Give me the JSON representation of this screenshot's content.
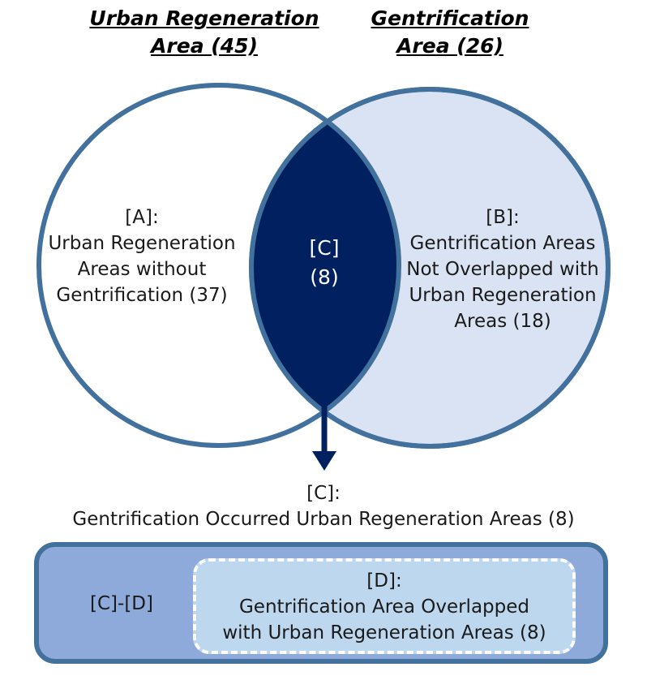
{
  "titles": {
    "urban_regeneration": [
      "Urban Regeneration",
      "Area (45)"
    ],
    "gentrification": [
      "Gentrification",
      "Area (26)"
    ]
  },
  "regions": {
    "a": [
      "[A]:",
      "Urban Regeneration",
      "Areas without",
      "Gentrification (37)"
    ],
    "c": [
      "[C]",
      "(8)"
    ],
    "b": [
      "[B]:",
      "Gentrification Areas",
      "Not Overlapped with",
      "Urban Regeneration",
      "Areas (18)"
    ]
  },
  "c_description": [
    "[C]:",
    "Gentrification Occurred Urban Regeneration Areas (8)"
  ],
  "box": {
    "left_label": "[C]-[D]",
    "inner": [
      "[D]:",
      "Gentrification Area Overlapped",
      "with Urban Regeneration Areas (8)"
    ]
  },
  "colors": {
    "circle_stroke": "#41719c",
    "gentrification_fill": "#dae3f3",
    "intersection_fill": "#002060",
    "arrow": "#002060",
    "outer_box_fill": "#8eaadb",
    "inner_box_fill": "#bdd7ee"
  }
}
